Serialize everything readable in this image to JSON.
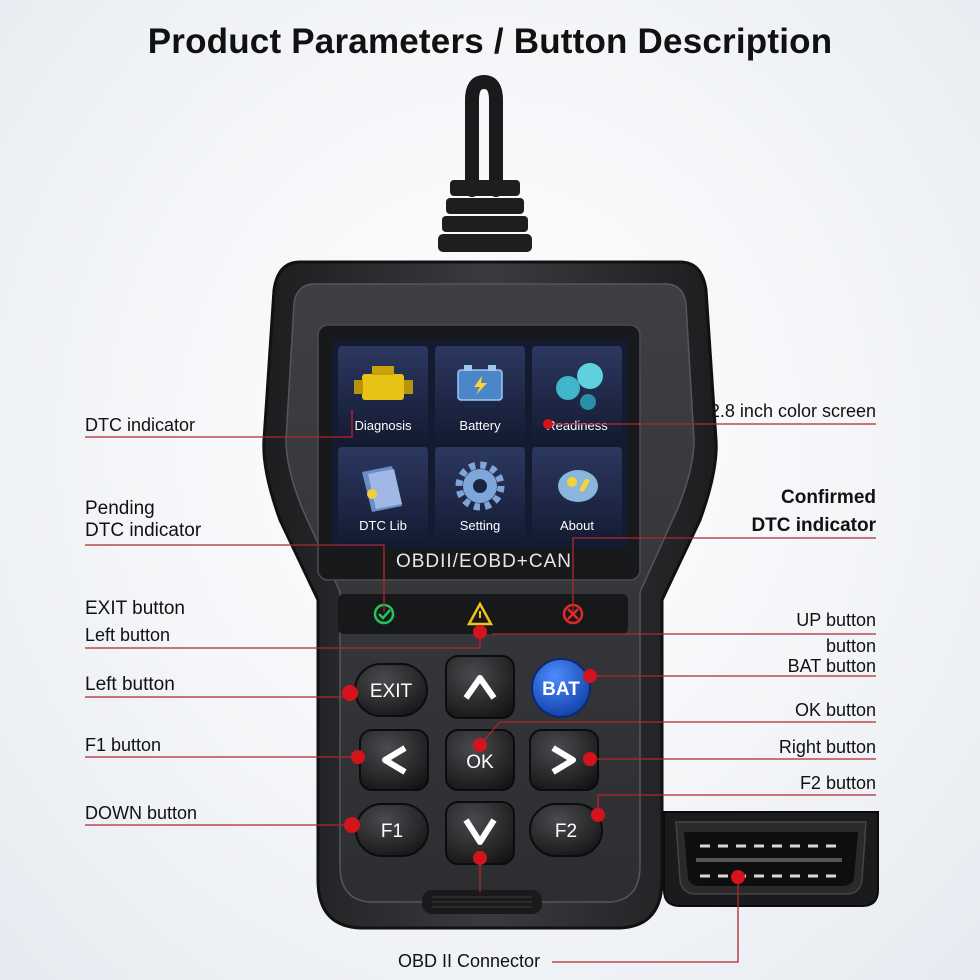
{
  "title": "Product Parameters / Button Description",
  "device": {
    "model_text": "OBDII/EOBD+CAN",
    "menu_items": [
      "Diagnosis",
      "Battery",
      "Readiness",
      "DTC Lib",
      "Setting",
      "About"
    ],
    "buttons": {
      "exit": "EXIT",
      "bat": "BAT",
      "ok": "OK",
      "f1": "F1",
      "f2": "F2"
    }
  },
  "labels_left": {
    "dtc_indicator": "DTC indicator",
    "pending_line1": "Pending",
    "pending_line2": "DTC indicator",
    "exit_button": "EXIT button",
    "left_button_small": "Left button",
    "left_button": "Left button",
    "f1_button": "F1 button",
    "down_button": "DOWN button"
  },
  "labels_right": {
    "screen": "2.8 inch color screen",
    "confirmed_line1": "Confirmed",
    "confirmed_line2": "DTC indicator",
    "up_button": "UP button",
    "button_small": "button",
    "bat_button": "BAT button",
    "ok_button": "OK button",
    "right_button": "Right button",
    "f2_button": "F2 button"
  },
  "labels_bottom": {
    "connector": "OBD II Connector"
  },
  "colors": {
    "leader_line": "#c9222a",
    "device_body": "#2b2c2e",
    "screen_bg": "#1e2a4a",
    "bat_button": "#1c56c9"
  }
}
